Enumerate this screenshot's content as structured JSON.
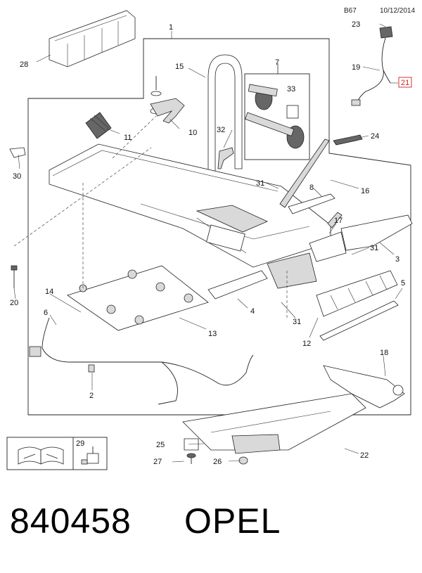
{
  "header": {
    "code": "B67",
    "date": "10/12/2014"
  },
  "footer": {
    "catalog_number": "840458",
    "brand": "OPEL"
  },
  "callouts": {
    "c1": "1",
    "c2": "2",
    "c3": "3",
    "c4": "4",
    "c5": "5",
    "c6": "6",
    "c7": "7",
    "c8": "8",
    "c10": "10",
    "c11": "11",
    "c12": "12",
    "c13": "13",
    "c14": "14",
    "c15": "15",
    "c16": "16",
    "c17": "17",
    "c18": "18",
    "c19": "19",
    "c20": "20",
    "c21": "21",
    "c22": "22",
    "c23": "23",
    "c24": "24",
    "c25": "25",
    "c26": "26",
    "c27": "27",
    "c28": "28",
    "c29": "29",
    "c30": "30",
    "c31a": "31",
    "c31b": "31",
    "c31c": "31",
    "c32": "32",
    "c33": "33"
  },
  "colors": {
    "highlight": "#d22222",
    "line": "#222222"
  },
  "icons": {
    "manual": "open-book-wrench-icon",
    "connector": "connector-icon"
  }
}
